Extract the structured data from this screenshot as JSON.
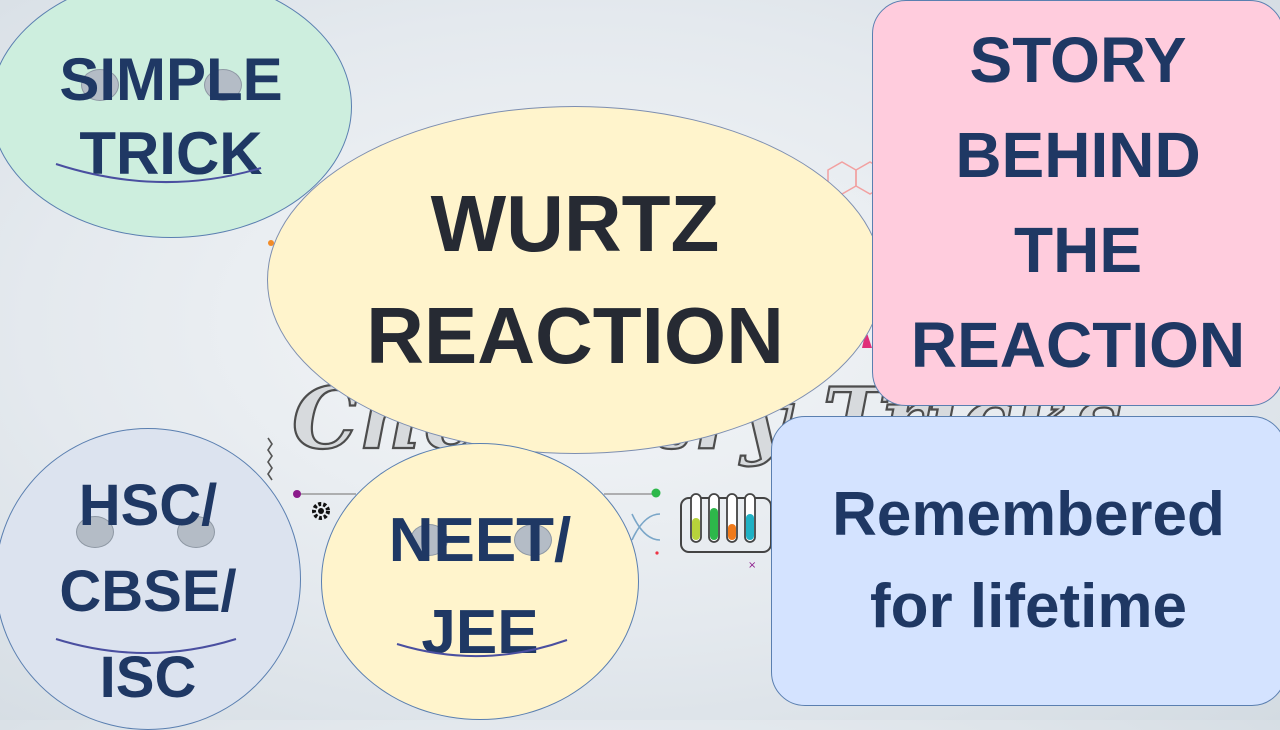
{
  "bubbles": {
    "simple_trick": {
      "line1": "SIMPLE",
      "line2": "TRICK"
    },
    "wurtz": {
      "line1": "WURTZ",
      "line2": "REACTION"
    },
    "story": {
      "line1": "STORY",
      "line2": "BEHIND",
      "line3": "THE",
      "line4": "REACTION"
    },
    "hsc": {
      "line1": "HSC/",
      "line2": "CBSE/",
      "line3": "ISC"
    },
    "neet": {
      "line1": "NEET/",
      "line2": "JEE"
    },
    "remembered": {
      "line1": "Remembered",
      "line2": "for lifetime"
    }
  },
  "background": {
    "watermark_text": "Chemistry Tricks",
    "decor_icons": [
      "gear-icon",
      "dna-icon",
      "test-tubes-icon",
      "hexagon-molecule-icon",
      "wave-icon"
    ]
  },
  "colors": {
    "text_navy": "#1f3864",
    "text_dark": "#262a33",
    "mint": "#cdeede",
    "cream": "#fff4cc",
    "pink": "#ffccdd",
    "blue_grey": "#dce3ef",
    "light_blue": "#d4e3ff"
  }
}
